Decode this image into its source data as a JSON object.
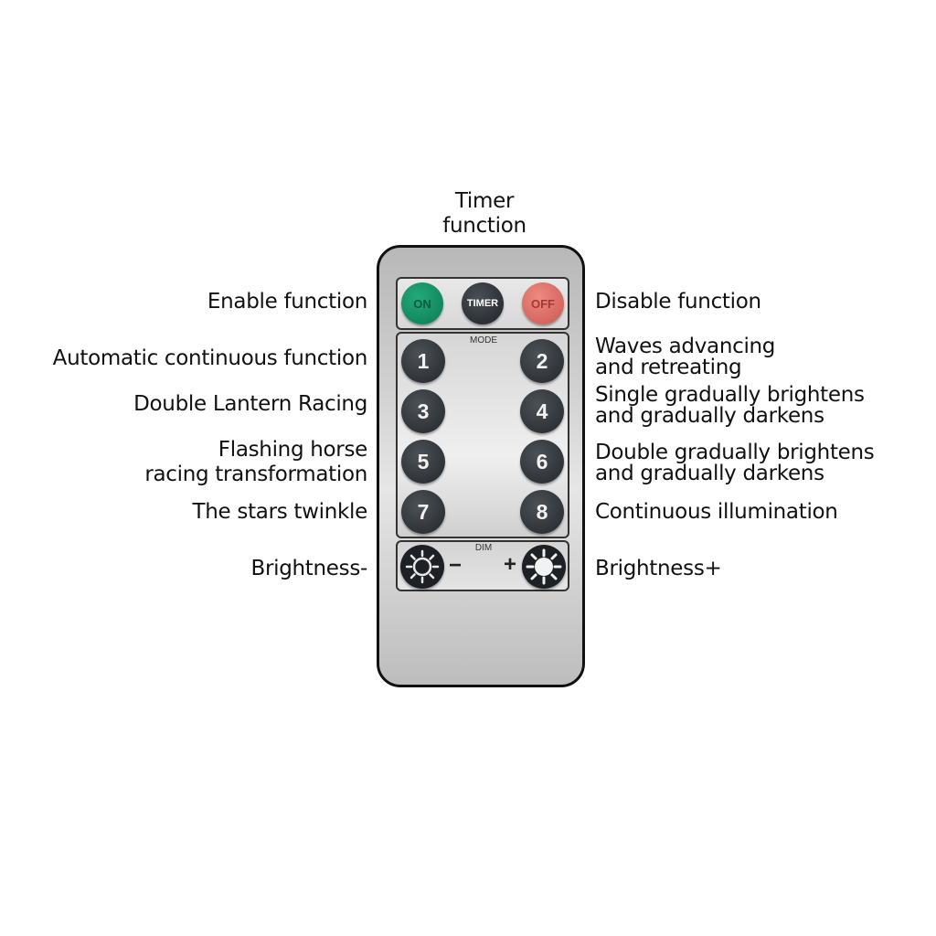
{
  "labels": {
    "timer": [
      "Timer",
      "function"
    ],
    "on": "Enable function",
    "off": "Disable function",
    "btn1": "Automatic continuous function",
    "btn2": [
      "Waves advancing",
      "and retreating"
    ],
    "btn3": "Double Lantern Racing",
    "btn4": [
      "Single gradually brightens",
      "and gradually darkens"
    ],
    "btn5": [
      "Flashing horse",
      "racing transformation"
    ],
    "btn6": [
      "Double gradually brightens",
      "and gradually darkens"
    ],
    "btn7": "The stars twinkle",
    "btn8": "Continuous illumination",
    "dim_minus": "Brightness-",
    "dim_plus": "Brightness+"
  },
  "remote": {
    "on_label": "ON",
    "timer_label": "TIMER",
    "off_label": "OFF",
    "mode_label": "MODE",
    "dim_label": "DIM",
    "minus_sign": "−",
    "plus_sign": "+",
    "numbers": [
      "1",
      "2",
      "3",
      "4",
      "5",
      "6",
      "7",
      "8"
    ],
    "dim_minus_icon": "sun-outline-icon",
    "dim_plus_icon": "sun-filled-icon"
  },
  "colors": {
    "on_button": "#12946a",
    "timer_button": "#2b2f34",
    "off_button": "#e07068",
    "number_button": "#2f3337"
  }
}
